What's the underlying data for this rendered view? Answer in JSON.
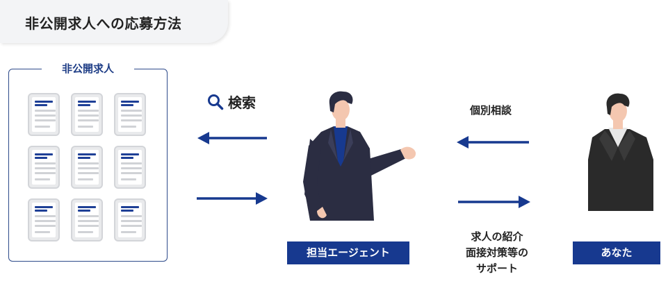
{
  "title": "非公開求人への応募方法",
  "jobs_box": {
    "label": "非公開求人"
  },
  "search": {
    "label": "検索",
    "icon": "search-icon"
  },
  "consultation": {
    "label": "個別相談"
  },
  "introduction": {
    "lines": [
      "求人の紹介",
      "面接対策等の",
      "サポート"
    ]
  },
  "agent": {
    "label": "担当エージェント"
  },
  "you": {
    "label": "あなた"
  },
  "colors": {
    "accent": "#17398f",
    "dark": "#2b2d42",
    "doc_line": "#1e3f96"
  }
}
